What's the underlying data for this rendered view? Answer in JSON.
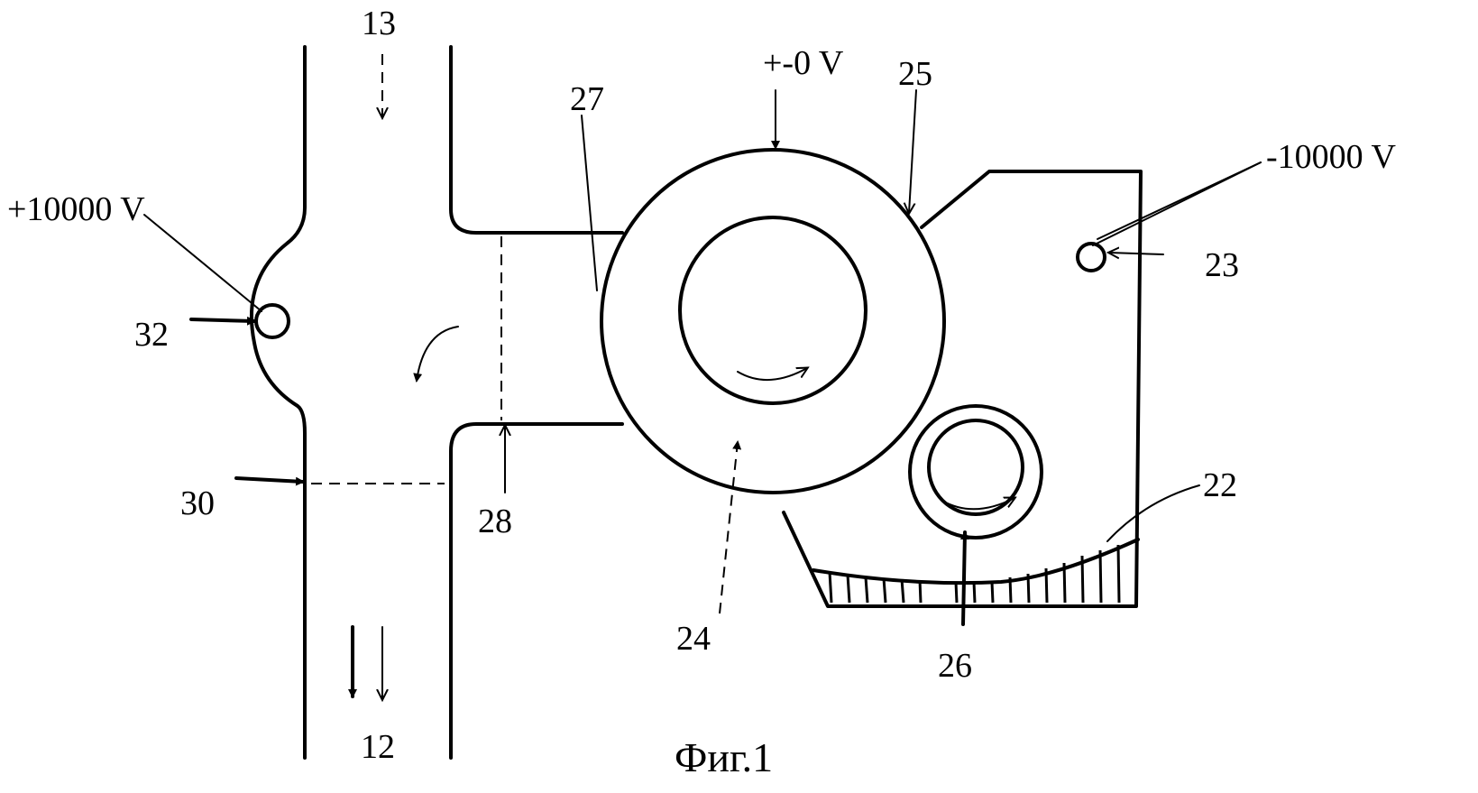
{
  "labels": {
    "voltage_left": "+10000 V",
    "voltage_top": "+-0 V",
    "voltage_right": "-10000 V",
    "n13": "13",
    "n12": "12",
    "n32": "32",
    "n30": "30",
    "n28": "28",
    "n27": "27",
    "n25": "25",
    "n24": "24",
    "n26": "26",
    "n23": "23",
    "n22": "22"
  },
  "caption": "Фиг.1"
}
